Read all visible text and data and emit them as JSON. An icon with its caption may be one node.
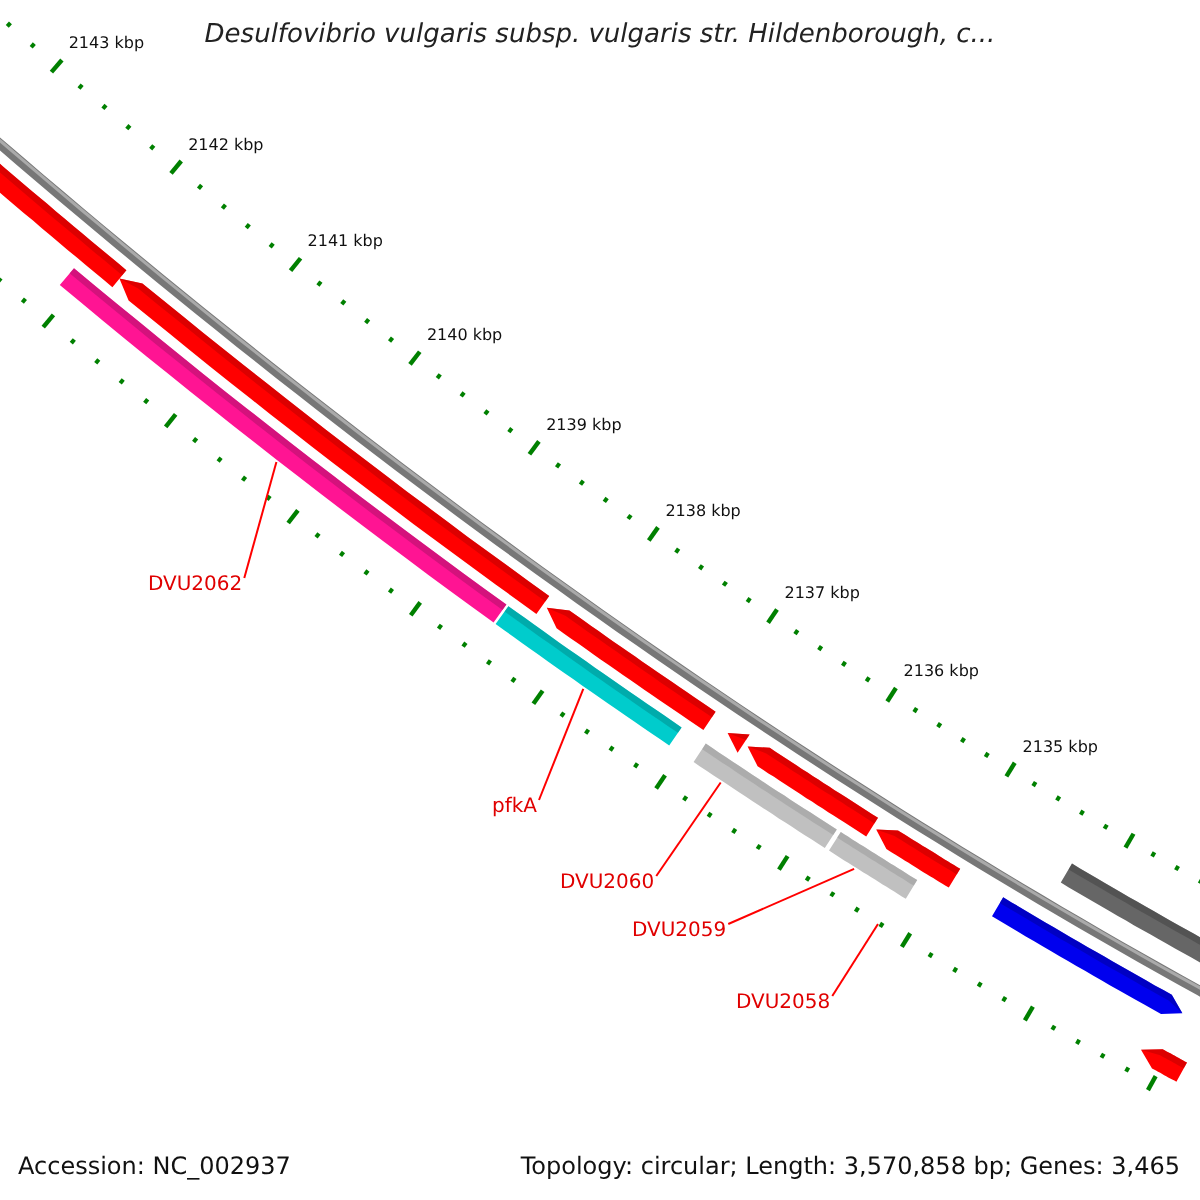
{
  "diagram": {
    "title": "Desulfovibrio vulgaris subsp. vulgaris str. Hildenborough, c...",
    "nodes": [
      {
        "text": [],
        "shape": "bar"
      },
      {
        "text": [],
        "shape": "bar"
      },
      {
        "text": [],
        "shape": "bar"
      },
      {
        "text": [],
        "shape": "bar"
      },
      {
        "text": [],
        "shape": "bar"
      },
      {
        "text": [],
        "shape": "bar"
      },
      {
        "text": [],
        "shape": "bar"
      },
      {
        "text": [],
        "shape": "bar"
      },
      {
        "text": [],
        "shape": "bar"
      },
      {
        "text": [],
        "shape": "bar"
      },
      {
        "text": [],
        "shape": "bar"
      },
      {
        "text": [],
        "shape": "bar"
      },
      {
        "text": [],
        "shape": "bar"
      },
      {
        "text": [
          "DVU2062"
        ]
      },
      {
        "text": [
          "pfkA"
        ]
      },
      {
        "text": [
          "DVU2060"
        ]
      },
      {
        "text": [
          "DVU2059"
        ]
      },
      {
        "text": [
          "DVU2058"
        ]
      }
    ],
    "edges": [
      {
        "from": 13,
        "to": 6,
        "arrow": "none"
      },
      {
        "from": 14,
        "to": 7,
        "arrow": "none"
      },
      {
        "from": 15,
        "to": 8,
        "arrow": "none"
      },
      {
        "from": 16,
        "to": 9,
        "arrow": "none"
      },
      {
        "from": 17,
        "to": null,
        "arrow": "none"
      }
    ],
    "labels": [
      "2143 kbp",
      "2142 kbp",
      "2141 kbp",
      "2140 kbp",
      "2139 kbp",
      "2138 kbp",
      "2137 kbp",
      "2136 kbp",
      "2135 kbp",
      "Accession: NC_002937",
      "Topology: circular; Length: 3,570,858 bp; Genes: 3,465"
    ]
  }
}
